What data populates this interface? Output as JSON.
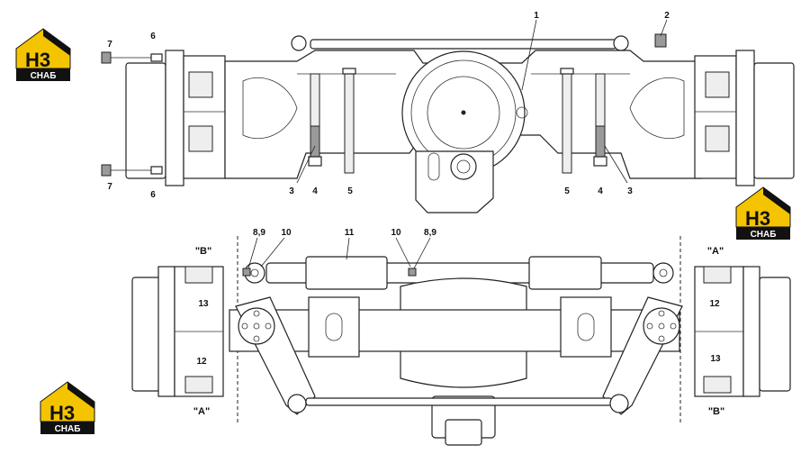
{
  "logos": [
    {
      "letters": "H3",
      "sub": "СНАБ",
      "primary": "#f5c400",
      "dark": "#111111"
    }
  ],
  "callouts_top": {
    "c1": "1",
    "c2": "2",
    "c3_left": "3",
    "c4_left": "4",
    "c5_left": "5",
    "c5_right": "5",
    "c4_right": "4",
    "c3_right": "3",
    "c6_top": "6",
    "c7_top": "7",
    "c6_bot": "6",
    "c7_bot": "7"
  },
  "callouts_bottom": {
    "c89_left": "8,9",
    "c10_left": "10",
    "c11": "11",
    "c10_right": "10",
    "c89_right": "8,9",
    "c13_left": "13",
    "c12_left": "12",
    "c12_right": "12",
    "c13_right": "13"
  },
  "views": {
    "b_left": "\"B\"",
    "a_left": "\"A\"",
    "a_right": "\"A\"",
    "b_right": "\"B\""
  }
}
